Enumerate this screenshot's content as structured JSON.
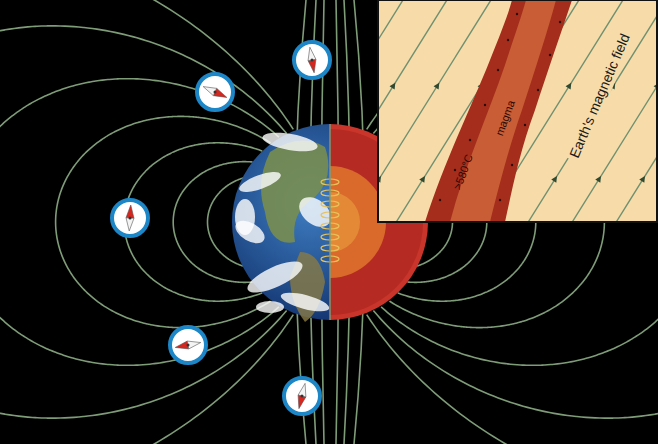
{
  "diagram": {
    "labels": [
      ">580°C",
      "magma",
      "Earth's magnetic field"
    ]
  }
}
